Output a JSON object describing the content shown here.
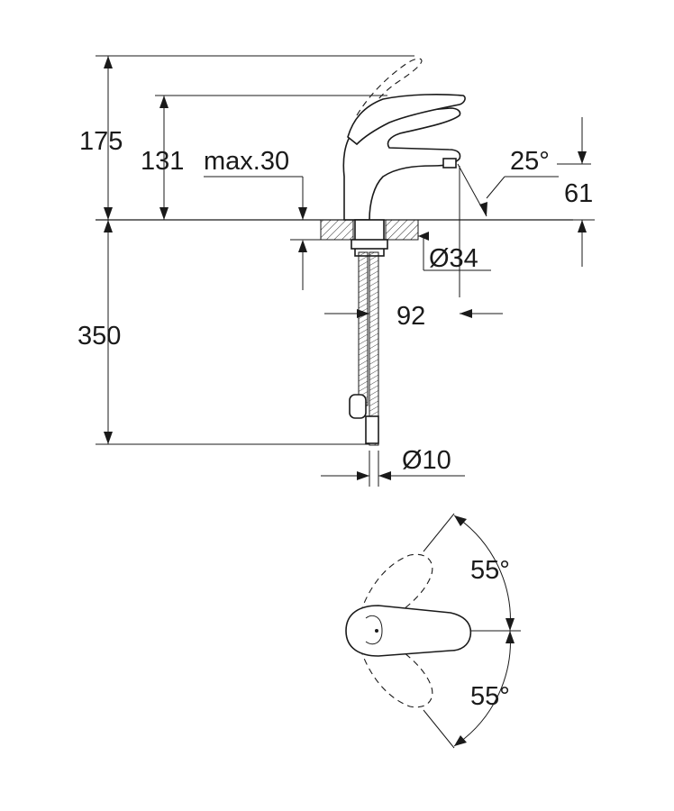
{
  "drawing": {
    "dimensions": {
      "total_height": "175",
      "spout_height": "131",
      "max_deck": "max.30",
      "spout_angle": "25°",
      "spout_rise": "61",
      "hole_diameter": "Ø34",
      "projection": "92",
      "hose_length": "350",
      "hose_diameter": "Ø10",
      "rotation_upper": "55°",
      "rotation_lower": "55°"
    }
  }
}
